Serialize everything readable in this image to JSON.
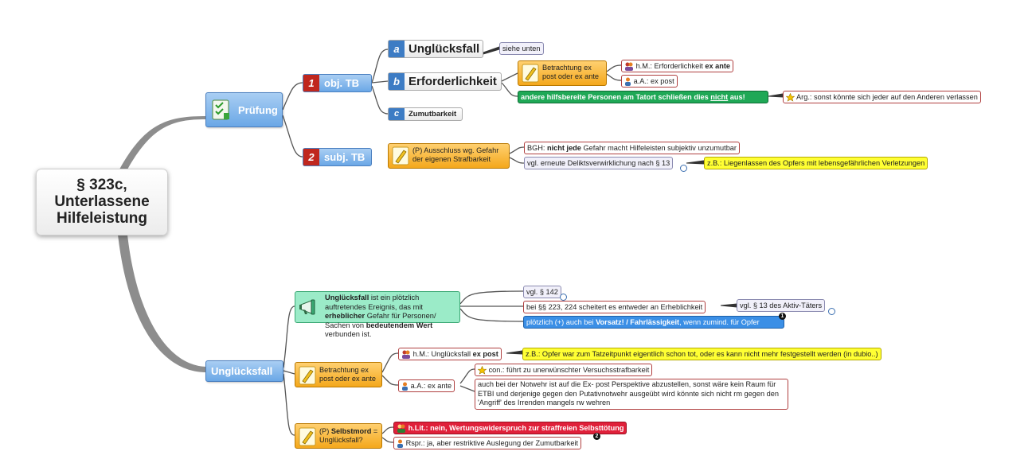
{
  "root": {
    "label": "§ 323c, Unterlassene Hilfeleistung"
  },
  "pruefung": {
    "label": "Prüfung"
  },
  "objtb": {
    "badge": "1",
    "label": "obj. TB"
  },
  "subjtb": {
    "badge": "2",
    "label": "subj. TB"
  },
  "ungluecksfall_a": {
    "badge": "a",
    "label": "Unglücksfall",
    "note": "siehe unten"
  },
  "erforderlichkeit": {
    "badge": "b",
    "label": "Erforderlichkeit"
  },
  "zumutbarkeit": {
    "badge": "c",
    "label": "Zumutbarkeit"
  },
  "betrachtung1": {
    "label": "Betrachtung ex post oder ex ante"
  },
  "hm1": {
    "prefix": "h.M.: Erforderlichkeit ",
    "bold": "ex ante"
  },
  "aa1": {
    "label": "a.A.: ex post"
  },
  "andere": {
    "pre": "andere hilfsbereite Personen am Tatort schließen dies ",
    "underline": "nicht",
    "post": " aus!"
  },
  "arg": {
    "label": "Arg.: sonst könnte sich jeder auf den Anderen verlassen"
  },
  "ausschluss": {
    "label": "(P) Ausschluss wg. Gefahr der eigenen Strafbarkeit"
  },
  "bgh": {
    "prefix": "BGH: ",
    "bold": "nicht jede",
    "suffix": " Gefahr macht Hilfeleisten subjektiv unzumutbar"
  },
  "vgl13": {
    "label": "vgl. erneute Deliktsverwirklichung nach § 13"
  },
  "zb1": {
    "label": "z.B.: Liegenlassen des Opfers mit lebensgefährlichen Verletzungen"
  },
  "ungluecksfall_main": {
    "label": "Unglücksfall"
  },
  "definition": {
    "b1": "Unglücksfall",
    "t1": " ist ein plötzlich auftretendes Ereignis, das mit ",
    "b2": "erheblicher",
    "t2": " Gefahr für Personen/ Sachen von ",
    "b3": "bedeutendem Wert",
    "t3": " verbunden ist."
  },
  "vgl142": {
    "label": "vgl. § 142"
  },
  "bei223": {
    "label": "bei §§ 223, 224 scheitert es entweder an Erheblichkeit"
  },
  "vgl13aktiv": {
    "label": "vgl. § 13 des Aktiv-Täters"
  },
  "ploetzlich": {
    "pre": "plötzlich (+) auch bei ",
    "bold": "Vorsatz! / Fahrlässigkeit",
    "post": ", wenn zumind. für Opfer",
    "marker": "1"
  },
  "betrachtung2": {
    "label": "Betrachtung ex post oder ex ante"
  },
  "hm2": {
    "prefix": "h.M.: Unglücksfall ",
    "bold": "ex post"
  },
  "zb2": {
    "label": "z.B.: Opfer war zum Tatzeitpunkt eigentlich schon tot, oder es kann nicht mehr festgestellt werden (in dubio..)"
  },
  "aa2": {
    "label": "a.A.: ex ante"
  },
  "con": {
    "label": "con.: führt zu unerwünschter Versuchsstrafbarkeit"
  },
  "notwehr": {
    "label": "auch bei der Notwehr ist auf die Ex- post Perspektive abzustellen, sonst wäre kein Raum für ETBI und derjenige gegen den Putativnotwehr ausgeübt wird könnte sich nicht rm gegen den 'Angriff' des Irrenden mangels rw wehren"
  },
  "selbstmord": {
    "pre": "(P) ",
    "bold": "Selbstmord",
    "post": " = Unglücksfall?"
  },
  "hlit": {
    "label": "h.Lit.: nein, Wertungswiderspruch zur straffreien Selbsttötung"
  },
  "rspr": {
    "label": "Rspr.: ja, aber restriktive Auslegung der Zumutbarkeit",
    "marker": "2"
  },
  "colors": {
    "branch": "#8d8d8d",
    "link": "#555555",
    "main_blue": "#6aa7e6",
    "badge_red": "#c0271e",
    "orange": "#f4a81c",
    "green_box": "#1fa856",
    "yellow_box": "#ffff33",
    "red_box": "#e0203a"
  }
}
